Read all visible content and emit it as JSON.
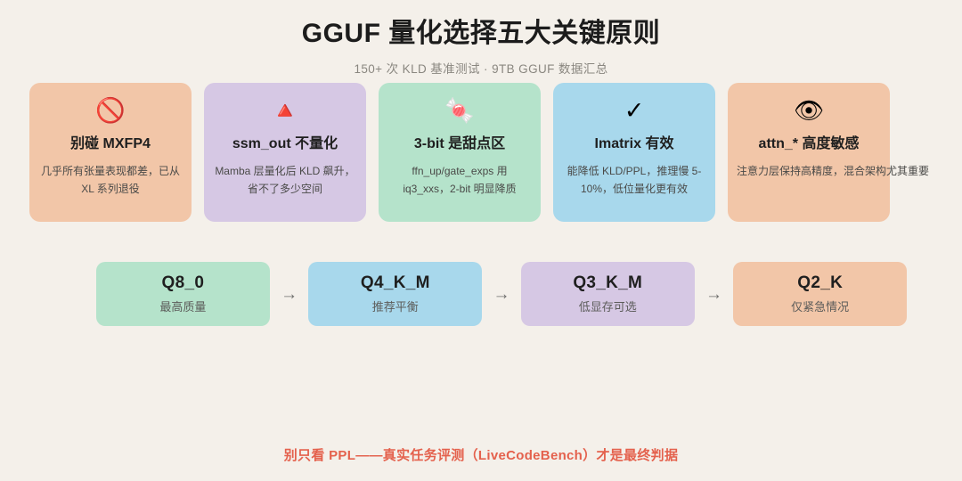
{
  "header": {
    "title": "GGUF 量化选择五大关键原则",
    "subtitle": "150+ 次 KLD 基准测试 · 9TB GGUF 数据汇总"
  },
  "principles": [
    {
      "icon": "🚫",
      "icon_name": "prohibited-icon",
      "title": "别碰 MXFP4",
      "desc": "几乎所有张量表现都差，已从 XL 系列退役",
      "color": "#f2c6a8"
    },
    {
      "icon": "🔺",
      "icon_name": "warning-triangle-icon",
      "title": "ssm_out 不量化",
      "desc": "Mamba 层量化后 KLD 飙升，省不了多少空间",
      "color": "#d6c8e4"
    },
    {
      "icon": "🍬",
      "icon_name": "candy-icon",
      "title": "3-bit 是甜点区",
      "desc": "ffn_up/gate_exps 用 iq3_xxs，2-bit 明显降质",
      "color": "#b5e3cb"
    },
    {
      "icon": "✓",
      "icon_name": "checkmark-icon",
      "title": "Imatrix 有效",
      "desc": "能降低 KLD/PPL，推理慢 5-10%，低位量化更有效",
      "color": "#a8d8ec"
    },
    {
      "icon": "👁",
      "icon_name": "eye-icon",
      "title": "attn_* 高度敏感",
      "desc": "注意力层保持高精度，混合架构尤其重要",
      "color": "#f2c6a8"
    }
  ],
  "flow": {
    "arrow": "→",
    "steps": [
      {
        "name": "Q8_0",
        "note": "最高质量",
        "color": "#b5e3cb"
      },
      {
        "name": "Q4_K_M",
        "note": "推荐平衡",
        "color": "#a8d8ec"
      },
      {
        "name": "Q3_K_M",
        "note": "低显存可选",
        "color": "#d6c8e4"
      },
      {
        "name": "Q2_K",
        "note": "仅紧急情况",
        "color": "#f2c6a8"
      }
    ]
  },
  "footer": {
    "note": "别只看 PPL——真实任务评测（LiveCodeBench）才是最终判据"
  },
  "theme": {
    "background": "#f4f0ea",
    "accent": "#e4614d",
    "title_color": "#1c1c1c",
    "subtitle_color": "#8a8780"
  }
}
